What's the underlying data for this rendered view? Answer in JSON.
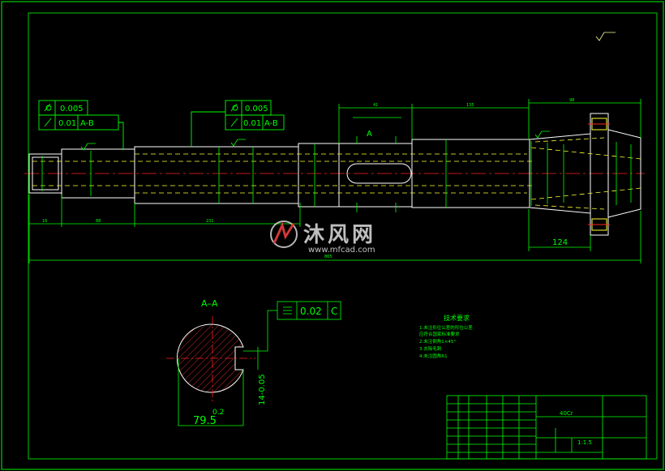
{
  "colors": {
    "background": "#000000",
    "outline": "#ffffff",
    "border": "#00cc00",
    "dimension": "#00ff00",
    "centerline": "#ff2020",
    "hidden": "#ffff33",
    "symbol": "#ffff99"
  },
  "shaft": {
    "gdt_left": {
      "row1_value": "0.005",
      "row2_value": "0.01",
      "row2_datum": "A-B"
    },
    "gdt_mid": {
      "row1_value": "0.005",
      "row2_value": "0.01",
      "row2_datum": "A-B"
    },
    "section_label": "A",
    "dim_124": "124"
  },
  "section_view": {
    "title": "A–A",
    "gdt_value": "0.02",
    "gdt_datum": "C",
    "dim_width": "79.5",
    "dim_width_tol": "0.2",
    "dim_keyway": "14-0.05"
  },
  "tech_notes": {
    "title": "技术要求",
    "lines": [
      "1.未注形位公差的形位公差",
      "  应符合国家标准要求",
      "2.未注倒角1×45°",
      "3.去除毛刺",
      "4.未注圆角R1"
    ]
  },
  "title_block": {
    "material": "40Cr",
    "scale": "1:1.5"
  },
  "watermark": {
    "brand_cn": "沐风网",
    "url": "www.mfcad.com"
  }
}
